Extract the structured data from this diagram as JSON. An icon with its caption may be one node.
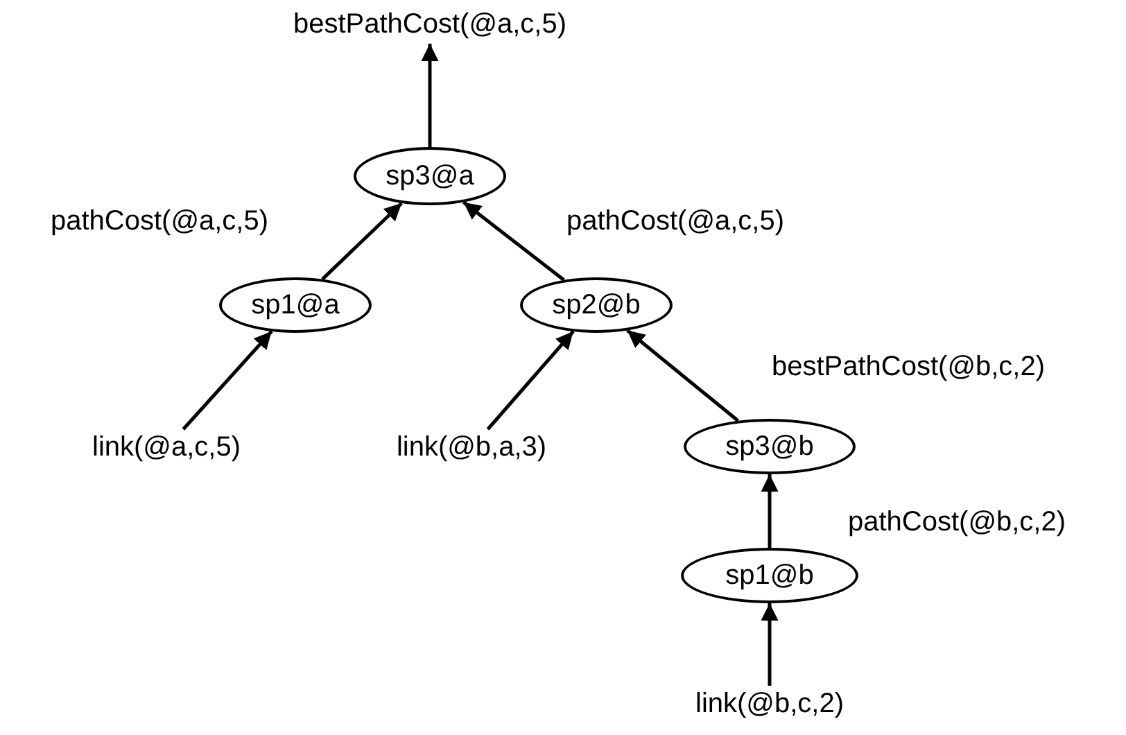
{
  "diagram": {
    "nodes": [
      {
        "text": [
          "bestPathCost(@a,c,5)"
        ]
      },
      {
        "text": [
          "sp3@a"
        ]
      },
      {
        "text": [
          "sp1@a"
        ]
      },
      {
        "text": [
          "sp2@b"
        ]
      },
      {
        "text": [
          "link(@a,c,5)"
        ]
      },
      {
        "text": [
          "link(@b,a,3)"
        ]
      },
      {
        "text": [
          "sp3@b"
        ]
      },
      {
        "text": [
          "sp1@b"
        ]
      },
      {
        "text": [
          "link(@b,c,2)"
        ]
      }
    ],
    "edges": [
      {
        "from": 1,
        "to": 0,
        "arrow": "to"
      },
      {
        "from": 2,
        "to": 1,
        "arrow": "to",
        "label": "pathCost(@a,c,5)"
      },
      {
        "from": 3,
        "to": 1,
        "arrow": "to",
        "label": "pathCost(@a,c,5)"
      },
      {
        "from": 4,
        "to": 2,
        "arrow": "to"
      },
      {
        "from": 5,
        "to": 3,
        "arrow": "to"
      },
      {
        "from": 6,
        "to": 3,
        "arrow": "to",
        "label": "bestPathCost(@b,c,2)"
      },
      {
        "from": 7,
        "to": 6,
        "arrow": "to",
        "label": "pathCost(@b,c,2)"
      },
      {
        "from": 8,
        "to": 7,
        "arrow": "to"
      }
    ]
  }
}
